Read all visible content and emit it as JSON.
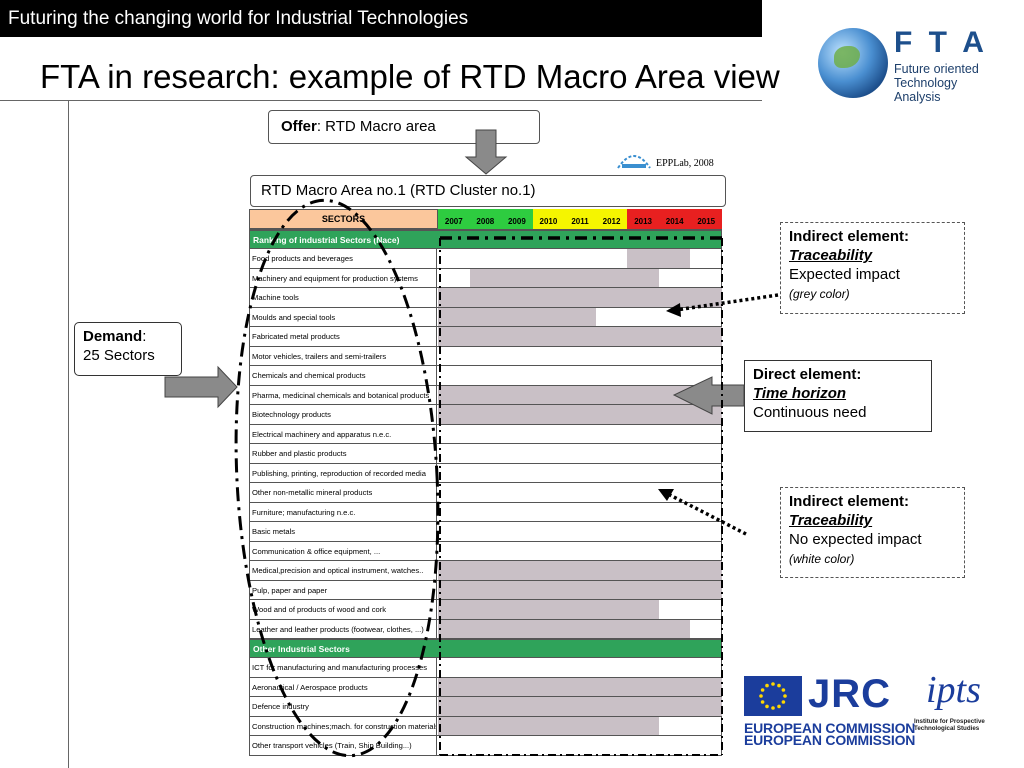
{
  "header": {
    "banner": "Futuring the changing world for Industrial Technologies",
    "title": "FTA in research: example of RTD Macro Area view"
  },
  "fta_logo": {
    "letters": "F T A",
    "subtitle": "Future oriented Technology Analysis"
  },
  "offer": {
    "bold": "Offer",
    "text": ": RTD Macro area"
  },
  "epplab": "EPPLab, 2008",
  "matrix": {
    "title": "RTD Macro Area no.1 (RTD Cluster no.1)",
    "sectors_header": "SECTORS",
    "years": [
      {
        "label": "2007",
        "color": "#2ecc40"
      },
      {
        "label": "2008",
        "color": "#2ecc40"
      },
      {
        "label": "2009",
        "color": "#2ecc40"
      },
      {
        "label": "2010",
        "color": "#f5f500"
      },
      {
        "label": "2011",
        "color": "#f5f500"
      },
      {
        "label": "2012",
        "color": "#f5f500"
      },
      {
        "label": "2013",
        "color": "#e82020"
      },
      {
        "label": "2014",
        "color": "#e82020"
      },
      {
        "label": "2015",
        "color": "#e82020"
      }
    ],
    "grey_color": "#c9c0c6",
    "section_green": "#2fa35a",
    "sections": [
      {
        "title": "Ranking of industrial Sectors (Nace)",
        "rows": [
          {
            "label": "Food products and beverages",
            "from": 6,
            "to": 8
          },
          {
            "label": "Machinery and equipment for production systems",
            "from": 1,
            "to": 7
          },
          {
            "label": "Machine tools",
            "from": 0,
            "to": 9
          },
          {
            "label": "Moulds and special tools",
            "from": 0,
            "to": 5
          },
          {
            "label": "Fabricated metal products",
            "from": 0,
            "to": 9
          },
          {
            "label": "Motor vehicles, trailers and semi-trailers",
            "from": 0,
            "to": 0
          },
          {
            "label": "Chemicals and chemical products",
            "from": 0,
            "to": 0
          },
          {
            "label": "Pharma, medicinal chemicals and botanical products",
            "from": 0,
            "to": 9
          },
          {
            "label": "Biotechnology products",
            "from": 0,
            "to": 9
          },
          {
            "label": "Electrical machinery and apparatus n.e.c.",
            "from": 0,
            "to": 0
          },
          {
            "label": "Rubber and plastic products",
            "from": 0,
            "to": 0
          },
          {
            "label": "Publishing, printing, reproduction of recorded media",
            "from": 0,
            "to": 0
          },
          {
            "label": "Other non-metallic mineral products",
            "from": 0,
            "to": 0
          },
          {
            "label": "Furniture; manufacturing n.e.c.",
            "from": 0,
            "to": 0
          },
          {
            "label": "Basic metals",
            "from": 0,
            "to": 0
          },
          {
            "label": "Communication & office equipment, ...",
            "from": 0,
            "to": 0
          },
          {
            "label": "Medical,precision and optical instrument, watches..",
            "from": 0,
            "to": 9
          },
          {
            "label": "Pulp, paper and paper",
            "from": 0,
            "to": 9
          },
          {
            "label": "Wood and of products of wood and cork",
            "from": 0,
            "to": 7
          },
          {
            "label": "Leather and leather products (footwear, clothes, ...)",
            "from": 0,
            "to": 8
          }
        ]
      },
      {
        "title": "Other Industrial Sectors",
        "rows": [
          {
            "label": "ICT for manufacturing and manufacturing processes",
            "from": 0,
            "to": 0
          },
          {
            "label": "Aeronautical / Aerospace products",
            "from": 0,
            "to": 9
          },
          {
            "label": "Defence industry",
            "from": 0,
            "to": 9
          },
          {
            "label": "Construction machines;mach. for construction materials",
            "from": 0,
            "to": 7
          },
          {
            "label": "Other transport vehicles (Train, Ship Building...)",
            "from": 0,
            "to": 0
          }
        ]
      }
    ]
  },
  "demand": {
    "bold": "Demand",
    "colon": ":",
    "text": "25 Sectors"
  },
  "direct": {
    "title": "Direct element:",
    "term": "Time horizon",
    "text": "Continuous need"
  },
  "indirect1": {
    "title": "Indirect element:",
    "term": "Traceability",
    "text": "Expected impact",
    "note": "(grey color)"
  },
  "indirect2": {
    "title": "Indirect element:",
    "term": "Traceability",
    "text": "No expected impact",
    "note": "(white color)"
  },
  "jrc": {
    "name": "JRC",
    "org": "EUROPEAN COMMISSION"
  },
  "ipts": {
    "mark": "ipts",
    "sub": "Institute for Prospective Technological Studies"
  }
}
